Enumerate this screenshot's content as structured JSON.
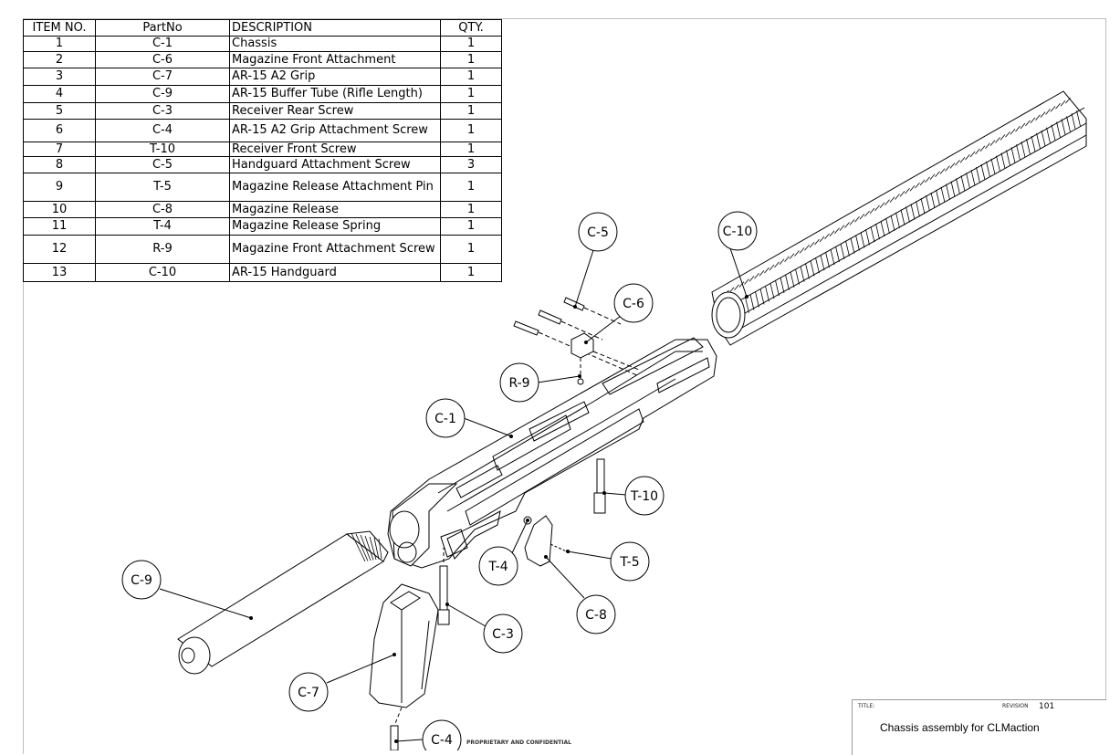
{
  "bom": {
    "headers": [
      "ITEM NO.",
      "PartNo",
      "DESCRIPTION",
      "QTY."
    ],
    "rows": [
      [
        "1",
        "C-1",
        "Chassis",
        "1"
      ],
      [
        "2",
        "C-6",
        "Magazine Front Attachment",
        "1"
      ],
      [
        "3",
        "C-7",
        "AR-15 A2 Grip",
        "1"
      ],
      [
        "4",
        "C-9",
        "AR-15 Buffer Tube (Rifle Length)",
        "1"
      ],
      [
        "5",
        "C-3",
        "Receiver Rear Screw",
        "1"
      ],
      [
        "6",
        "C-4",
        "AR-15 A2 Grip Attachment Screw",
        "1"
      ],
      [
        "7",
        "T-10",
        "Receiver Front Screw",
        "1"
      ],
      [
        "8",
        "C-5",
        "Handguard Attachment Screw",
        "3"
      ],
      [
        "9",
        "T-5",
        "Magazine Release Attachment Pin",
        "1"
      ],
      [
        "10",
        "C-8",
        "Magazine Release",
        "1"
      ],
      [
        "11",
        "T-4",
        "Magazine Release Spring",
        "1"
      ],
      [
        "12",
        "R-9",
        "Magazine Front Attachment Screw",
        "1"
      ],
      [
        "13",
        "C-10",
        "AR-15 Handguard",
        "1"
      ]
    ]
  },
  "callouts": {
    "c5": "C-5",
    "c10": "C-10",
    "c6": "C-6",
    "r9": "R-9",
    "c1": "C-1",
    "t10": "T-10",
    "c9": "C-9",
    "t4": "T-4",
    "t5": "T-5",
    "c8": "C-8",
    "c3": "C-3",
    "c7": "C-7",
    "c4": "C-4"
  },
  "title_block": {
    "title_label": "TITLE:",
    "revision_label": "REVISION",
    "revision": "101",
    "title": "Chassis assembly for CLMaction"
  },
  "proprietary": "PROPRIETARY AND CONFIDENTIAL"
}
